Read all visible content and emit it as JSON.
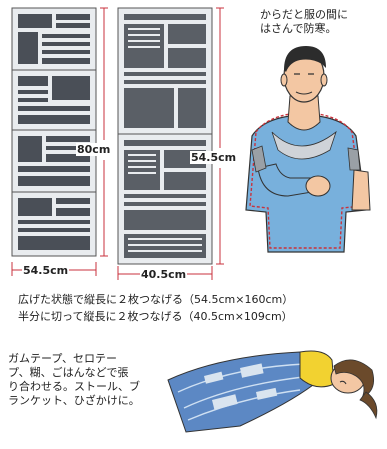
{
  "callout_top": {
    "line1": "からだと服の間に",
    "line2": "はさんで防寒。"
  },
  "dimensions": {
    "height_left": "80cm",
    "height_right": "54.5cm",
    "width_left": "54.5cm",
    "width_right": "40.5cm"
  },
  "captions": {
    "line1": "広げた状態で縦長に２枚つなげる（54.5cm×160cm）",
    "line2": "半分に切って縦長に２枚つなげる（40.5cm×109cm）"
  },
  "callout_bottom": {
    "line1": "ガムテープ、セロテー",
    "line2": "プ、糊、ごはんなどで張",
    "line3": "り合わせる。ストール、ブ",
    "line4": "ランケット、ひざかけに。"
  },
  "colors": {
    "dim_line": "#c8323c",
    "newspaper": "#e8ecef",
    "shirt": "#78b0dc",
    "skin": "#f3c7a3",
    "blanket": "#5c88c4"
  }
}
